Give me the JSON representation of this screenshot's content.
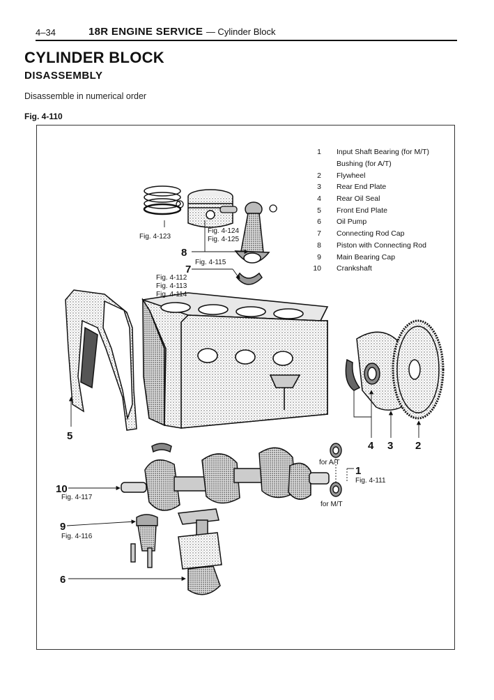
{
  "header": {
    "page_number": "4–34",
    "title": "18R ENGINE SERVICE",
    "subtitle": "— Cylinder Block"
  },
  "section_title": "CYLINDER BLOCK",
  "subsection_title": "DISASSEMBLY",
  "instruction": "Disassemble in numerical order",
  "figure": {
    "label": "Fig. 4-110",
    "legend": [
      {
        "num": "1",
        "text": "Input Shaft Bearing (for M/T)"
      },
      {
        "num": "",
        "text": "Bushing (for A/T)"
      },
      {
        "num": "2",
        "text": "Flywheel"
      },
      {
        "num": "3",
        "text": "Rear End Plate"
      },
      {
        "num": "4",
        "text": "Rear Oil Seal"
      },
      {
        "num": "5",
        "text": "Front End Plate"
      },
      {
        "num": "6",
        "text": "Oil Pump"
      },
      {
        "num": "7",
        "text": "Connecting Rod Cap"
      },
      {
        "num": "8",
        "text": "Piston with Connecting Rod"
      },
      {
        "num": "9",
        "text": "Main Bearing Cap"
      },
      {
        "num": "10",
        "text": "Crankshaft"
      }
    ],
    "callouts": {
      "c1": "1",
      "c2": "2",
      "c3": "3",
      "c4": "4",
      "c5": "5",
      "c6": "6",
      "c7": "7",
      "c8": "8",
      "c9": "9",
      "c10": "10"
    },
    "refs": {
      "r123": "Fig. 4-123",
      "r124": "Fig. 4-124",
      "r125": "Fig. 4-125",
      "r115": "Fig. 4-115",
      "r112": "Fig. 4-112",
      "r113": "Fig. 4-113",
      "r114": "Fig. 4-114",
      "r117": "Fig. 4-117",
      "r116": "Fig. 4-116",
      "r111": "Fig. 4-111",
      "for_at": "for A/T",
      "for_mt": "for M/T"
    }
  }
}
